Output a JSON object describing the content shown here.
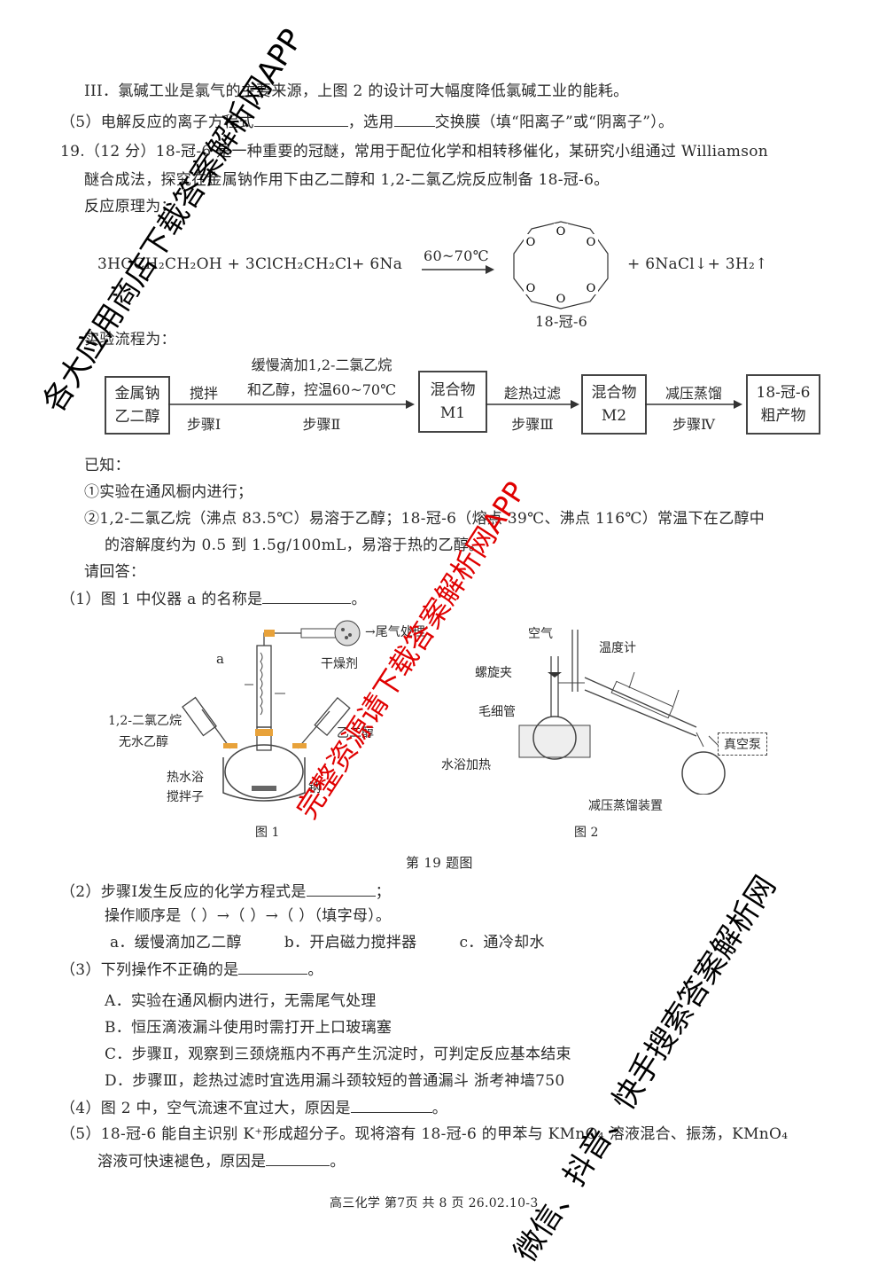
{
  "lines": {
    "l1": "III．氯碱工业是氯气的主要来源，上图 2 的设计可大幅度降低氯碱工业的能耗。",
    "l2a": "（5）电解反应的离子方程式",
    "l2b": "，选用",
    "l2c": "交换膜（填“阳离子”或“阴离子”）。",
    "q19a": "19.（12 分）18-冠-6 是一种重要的冠醚，常用于配位化学和相转移催化，某研究小组通过 Williamson",
    "q19b": "醚合成法，探究在金属钠作用下由乙二醇和 1,2-二氯乙烷反应制备 18-冠-6。",
    "principle": "反应原理为：",
    "flow_title": "实验流程为：",
    "known": "已知：",
    "k1": "①实验在通风橱内进行；",
    "k2a": "②1,2-二氯乙烷（沸点 83.5℃）易溶于乙醇；18-冠-6（熔点 39℃、沸点 116℃）常温下在乙醇中",
    "k2b": "的溶解度约为 0.5 到 1.5g/100mL，易溶于热的乙醇。",
    "ask": "请回答：",
    "q1": "（1）图 1 中仪器 a 的名称是",
    "q1end": "。",
    "q2a": "（2）步骤Ⅰ发生反应的化学方程式是",
    "q2aend": "；",
    "q2b": "操作顺序是（  ）→（  ）→（  ）（填字母）。",
    "q2c1": "a．缓慢滴加乙二醇",
    "q2c2": "b．开启磁力搅拌器",
    "q2c3": "c．通冷却水",
    "q3": "（3）下列操作不正确的是",
    "q3end": "。",
    "optA": "A．实验在通风橱内进行，无需尾气处理",
    "optB": "B．恒压滴液漏斗使用时需打开上口玻璃塞",
    "optC": "C．步骤Ⅱ，观察到三颈烧瓶内不再产生沉淀时，可判定反应基本结束",
    "optD": "D．步骤Ⅲ，趁热过滤时宜选用漏斗颈较短的普通漏斗  浙考神墙750",
    "q4": "（4）图 2 中，空气流速不宜过大，原因是",
    "q4end": "。",
    "q5a": "（5）18-冠-6 能自主识别 K⁺形成超分子。现将溶有 18-冠-6 的甲苯与 KMnO₄ 溶液混合、振荡，KMnO₄",
    "q5b": "溶液可快速褪色，原因是",
    "q5end": "。",
    "footer": "高三化学 第7页 共 8 页 26.02.10-3"
  },
  "reaction": {
    "lhs": "3HOCH₂CH₂OH + 3ClCH₂CH₂Cl+ 6Na",
    "condition": "60~70℃",
    "rhs": "+ 6NaCl↓+ 3H₂↑",
    "ring_atom": "O",
    "product_name": "18-冠-6"
  },
  "flow": {
    "box1a": "金属钠",
    "box1b": "乙二醇",
    "arrow1_top": "搅拌",
    "arrow1_bottom": "步骤Ⅰ",
    "arrow2_top1": "缓慢滴加1,2-二氯乙烷",
    "arrow2_top2": "和乙醇，控温60~70℃",
    "arrow2_bottom": "步骤Ⅱ",
    "box2a": "混合物",
    "box2b": "M1",
    "arrow3_top": "趁热过滤",
    "arrow3_bottom": "步骤Ⅲ",
    "box3a": "混合物",
    "box3b": "M2",
    "arrow4_top": "减压蒸馏",
    "arrow4_bottom": "步骤Ⅳ",
    "box4a": "18-冠-6",
    "box4b": "粗产物"
  },
  "figure1": {
    "label_a": "a",
    "tail_gas": "→尾气处理",
    "desiccant": "干燥剂",
    "dichloro": "1,2-二氯乙烷",
    "anhydrous_ethanol": "无水乙醇",
    "hot_bath": "热水浴",
    "stirrer": "搅拌子",
    "glycol": "乙二醇",
    "sodium": "钠",
    "caption": "图 1"
  },
  "figure2": {
    "air": "空气",
    "thermometer": "温度计",
    "screw_clamp": "螺旋夹",
    "capillary": "毛细管",
    "water_bath": "水浴加热",
    "vacuum_pump": "真空泵",
    "title": "减压蒸馏装置",
    "caption": "图 2"
  },
  "figure_caption": "第 19 题图",
  "watermarks": {
    "w1": "各大应用商店下载答案解析网APP",
    "w2": "完整资源请下载答案解析网APP",
    "w3": "微信、抖音、快手搜索答案解析网"
  },
  "colors": {
    "text": "#2a2a2a",
    "watermark_red": "#e00000",
    "watermark_black": "#000000"
  }
}
